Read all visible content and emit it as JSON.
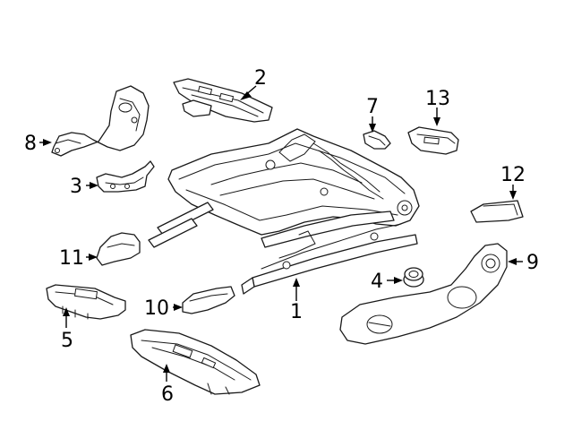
{
  "callouts": [
    {
      "id": "c1",
      "label": "1"
    },
    {
      "id": "c2",
      "label": "2"
    },
    {
      "id": "c3",
      "label": "3"
    },
    {
      "id": "c4",
      "label": "4"
    },
    {
      "id": "c5",
      "label": "5"
    },
    {
      "id": "c6",
      "label": "6"
    },
    {
      "id": "c7",
      "label": "7"
    },
    {
      "id": "c8",
      "label": "8"
    },
    {
      "id": "c9",
      "label": "9"
    },
    {
      "id": "c10",
      "label": "10"
    },
    {
      "id": "c11",
      "label": "11"
    },
    {
      "id": "c12",
      "label": "12"
    },
    {
      "id": "c13",
      "label": "13"
    }
  ],
  "colors": {
    "line": "#1a1a1a",
    "background": "#ffffff"
  }
}
